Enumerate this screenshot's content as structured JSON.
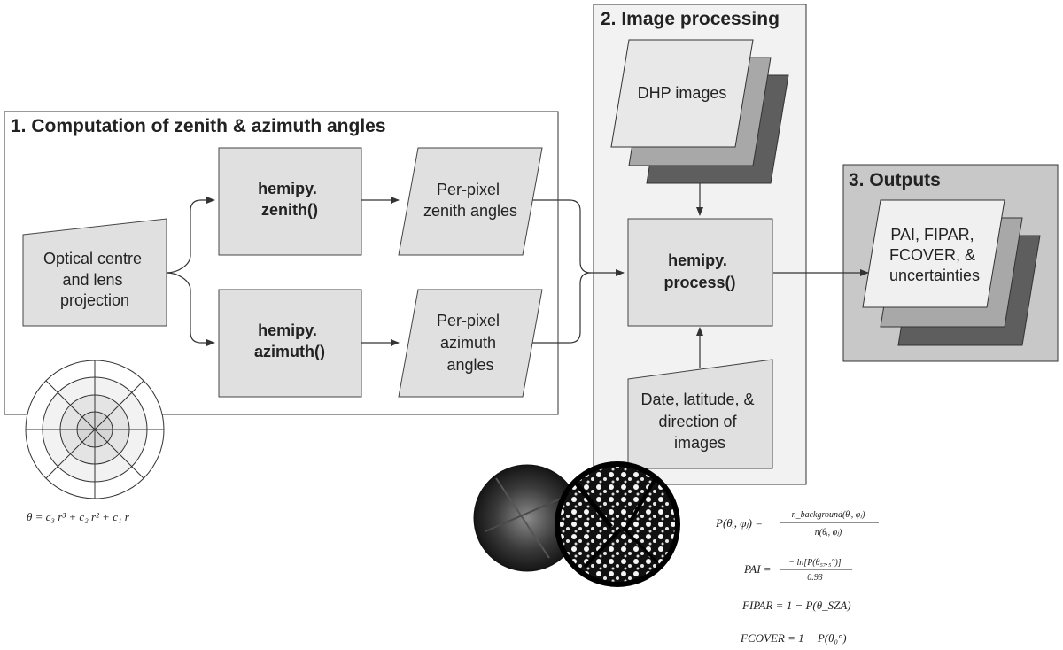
{
  "sections": {
    "computation": "1. Computation of zenith & azimuth angles",
    "processing": "2. Image processing",
    "outputs": "3. Outputs"
  },
  "nodes": {
    "optical_centre": [
      "Optical centre",
      "and lens",
      "projection"
    ],
    "zenith_fn": [
      "hemipy.",
      "zenith()"
    ],
    "azimuth_fn": [
      "hemipy.",
      "azimuth()"
    ],
    "zenith_angles": [
      "Per-pixel",
      "zenith angles"
    ],
    "azimuth_angles": [
      "Per-pixel",
      "azimuth",
      "angles"
    ],
    "dhp_images": "DHP images",
    "process_fn": [
      "hemipy.",
      "process()"
    ],
    "date_lat": [
      "Date, latitude, &",
      "direction of",
      "images"
    ],
    "outputs_box": [
      "PAI, FIPAR,",
      "FCOVER, &",
      "uncertainties"
    ]
  },
  "equations": {
    "lens_projection": "θ = c₃ r³ + c₂ r² + c₁ r",
    "p_lhs": "P(θᵢ, φⱼ) =",
    "p_num": "n_background(θᵢ, φⱼ)",
    "p_den": "n(θᵢ, φⱼ)",
    "pai_lhs": "PAI =",
    "pai_num": "− ln[P(θ₅₇.₅°)]",
    "pai_den": "0.93",
    "fipar": "FIPAR = 1 − P(θ_SZA)",
    "fcover": "FCOVER = 1 − P(θ₀°)"
  },
  "colors": {
    "section_bg": "#f2f2f2",
    "outputs_bg": "#c8c8c8",
    "box_fill": "#e0e0e0",
    "stack_mid": "#a8a8a8",
    "stack_dark": "#5e5e5e"
  }
}
